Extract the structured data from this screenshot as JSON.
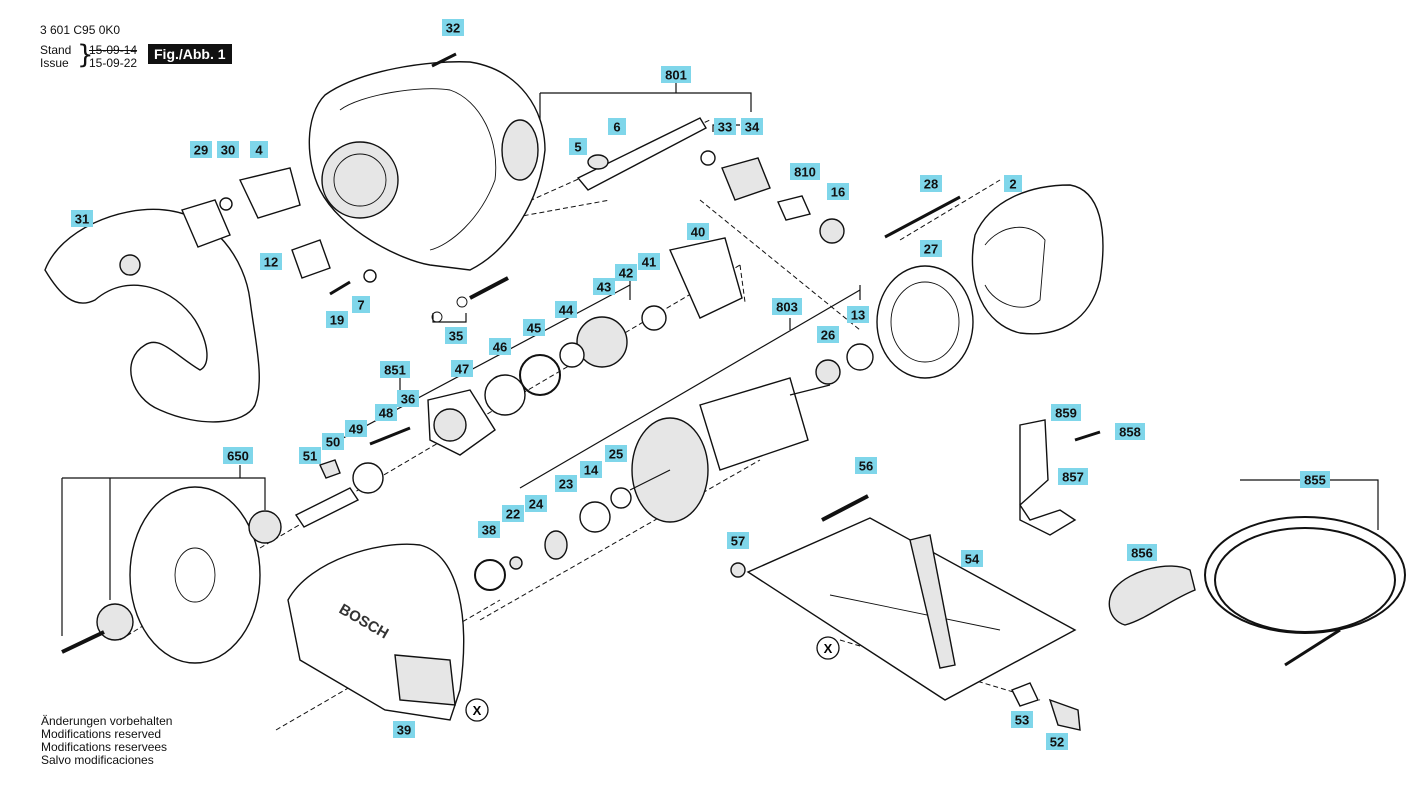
{
  "header": {
    "doc_number": "3 601 C95 0K0",
    "stand_label": "Stand",
    "issue_label": "Issue",
    "stand_date": "15-09-14",
    "issue_date": "15-09-22",
    "figure_label": "Fig./Abb. 1"
  },
  "footer": {
    "lines": [
      "Änderungen vorbehalten",
      "Modifications reserved",
      "Modifications reservees",
      "Salvo modificaciones"
    ]
  },
  "diagram": {
    "brand_text": "BOSCH",
    "reference_marker": "X",
    "label_color": "#7fd6ea",
    "part_labels": [
      "32",
      "801",
      "6",
      "5",
      "33",
      "34",
      "810",
      "16",
      "28",
      "2",
      "29",
      "30",
      "4",
      "31",
      "12",
      "7",
      "19",
      "35",
      "40",
      "41",
      "42",
      "43",
      "44",
      "45",
      "46",
      "47",
      "851",
      "36",
      "48",
      "49",
      "50",
      "51",
      "803",
      "26",
      "13",
      "27",
      "650",
      "38",
      "22",
      "24",
      "23",
      "14",
      "25",
      "39",
      "56",
      "57",
      "54",
      "53",
      "52",
      "859",
      "858",
      "857",
      "855",
      "856"
    ]
  }
}
